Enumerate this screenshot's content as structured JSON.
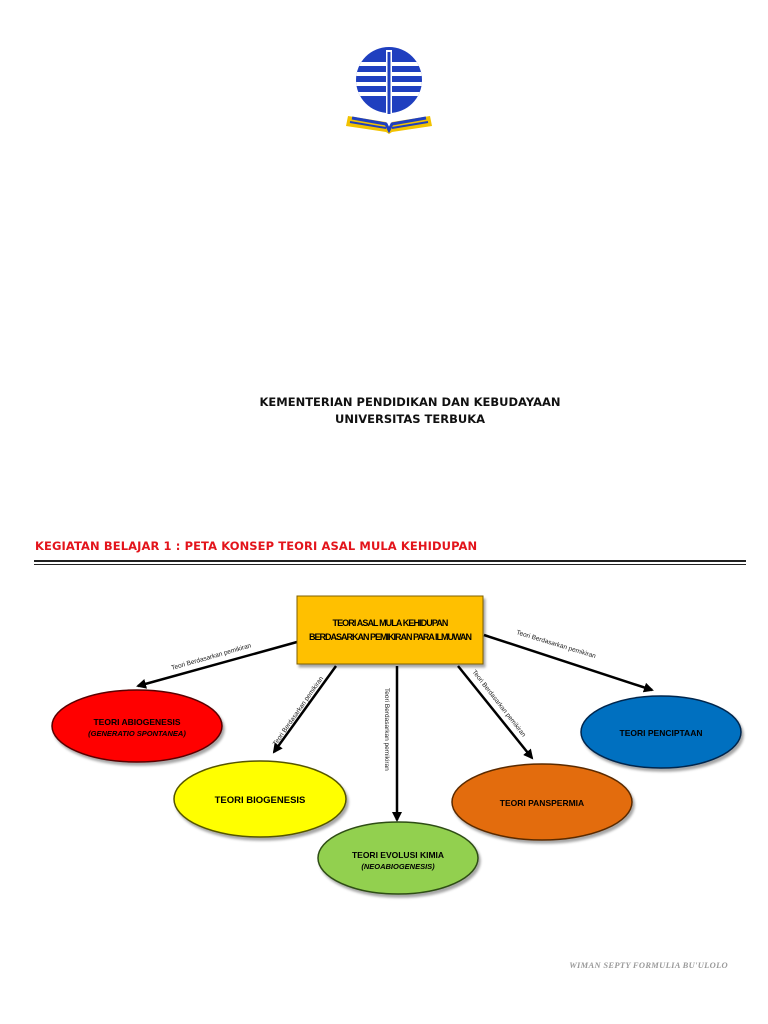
{
  "logo": {
    "icon": "universitas-terbuka-logo",
    "colors": {
      "primary": "#1f3fbf",
      "accent": "#f2c200"
    }
  },
  "header": {
    "line1": "KEMENTERIAN PENDIDIKAN DAN KEBUDAYAAN",
    "line2": "UNIVERSITAS TERBUKA"
  },
  "section": {
    "heading": "KEGIATAN BELAJAR 1 : PETA KONSEP TEORI ASAL MULA KEHIDUPAN",
    "color": "#e3141b"
  },
  "concept_map": {
    "root": {
      "line1": "TEORI ASAL MULA KEHIDUPAN",
      "line2": "BERDASARKAN PEMIKIRAN PARA ILMUWAN",
      "color": "#ffc000"
    },
    "edge_label": "Teori Berdasarkan pemikiran",
    "nodes": {
      "abiogenesis": {
        "line1": "TEORI ABIOGENESIS",
        "line2": "(GENERATIO SPONTANEA)",
        "color": "#ff0000"
      },
      "biogenesis": {
        "line1": "TEORI BIOGENESIS",
        "color": "#ffff00"
      },
      "evolusi": {
        "line1": "TEORI EVOLUSI KIMIA",
        "line2": "(NEOABIOGENESIS)",
        "color": "#92d050"
      },
      "panspermia": {
        "line1": "TEORI PANSPERMIA",
        "color": "#e36c09"
      },
      "penciptaan": {
        "line1": "TEORI PENCIPTAAN",
        "color": "#0070c0"
      }
    }
  },
  "footer": {
    "author": "WIMAN SEPTY FORMULIA BU'ULOLO"
  }
}
